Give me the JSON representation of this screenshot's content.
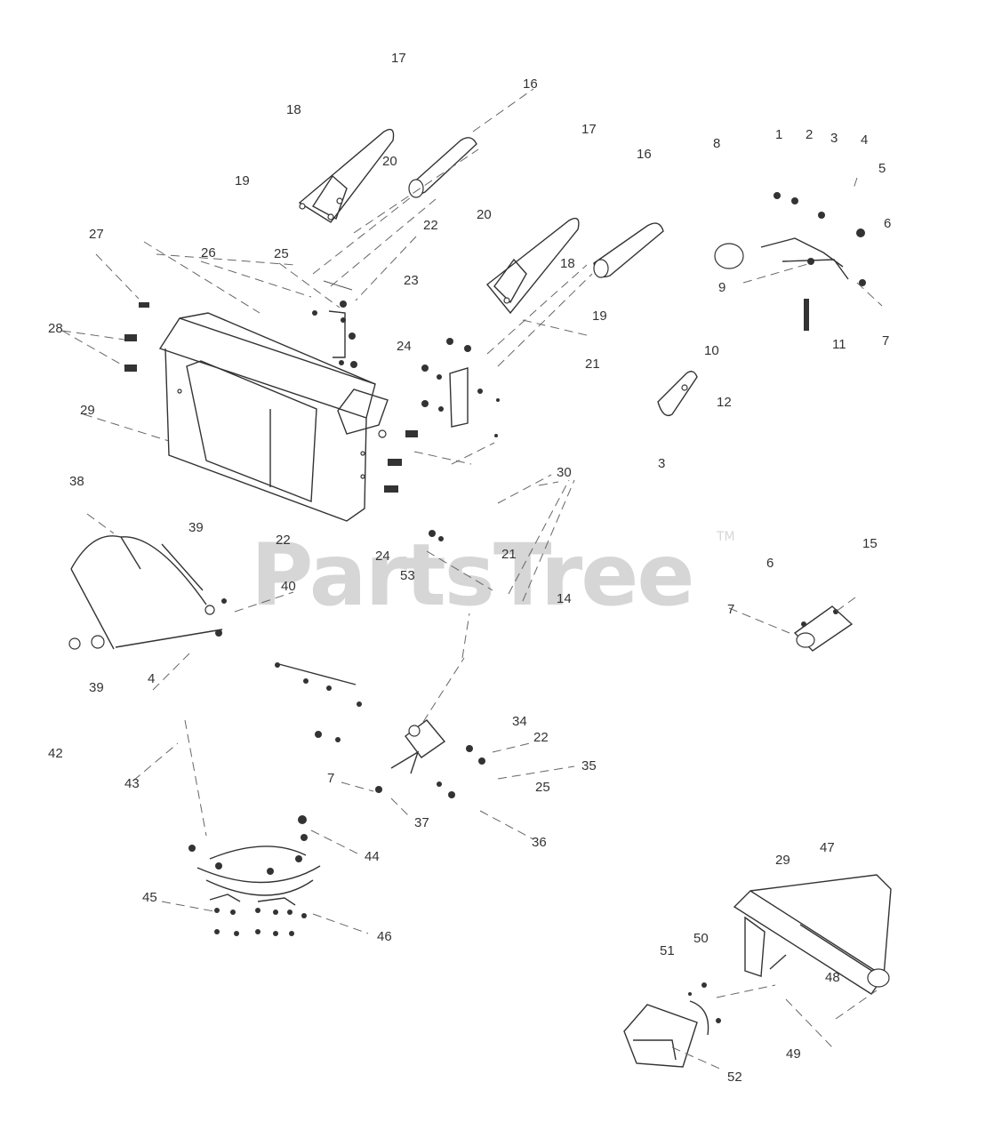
{
  "watermark": {
    "text": "PartsTree",
    "trademark": "TM"
  },
  "callouts": [
    "17",
    "16",
    "18",
    "17",
    "16",
    "8",
    "1",
    "2",
    "3",
    "4",
    "5",
    "6",
    "20",
    "19",
    "20",
    "22",
    "18",
    "25",
    "23",
    "26",
    "27",
    "24",
    "19",
    "9",
    "28",
    "21",
    "11",
    "7",
    "10",
    "12",
    "29",
    "3",
    "30",
    "38",
    "39",
    "22",
    "24",
    "21",
    "53",
    "6",
    "15",
    "40",
    "14",
    "7",
    "4",
    "39",
    "34",
    "22",
    "42",
    "43",
    "35",
    "25",
    "7",
    "37",
    "36",
    "44",
    "47",
    "29",
    "45",
    "46",
    "50",
    "51",
    "48",
    "49",
    "52"
  ]
}
